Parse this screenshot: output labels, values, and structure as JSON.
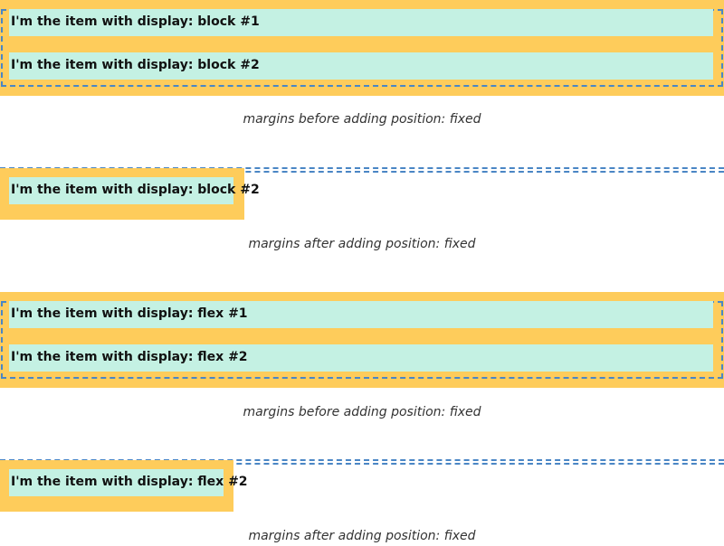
{
  "sections": [
    {
      "items": [
        "I'm the item with display: block #1",
        "I'm the item with display: block #2"
      ],
      "caption": "margins before adding position: fixed"
    },
    {
      "item": "I'm the item with display: block #2",
      "caption": "margins after adding position: fixed"
    },
    {
      "items": [
        "I'm the item with display: flex #1",
        "I'm the item with display: flex #2"
      ],
      "caption": "margins before adding position: fixed"
    },
    {
      "item": "I'm the item with display: flex #2",
      "caption": "margins after adding position: fixed"
    }
  ],
  "colors": {
    "wrapper": "#fecc5b",
    "item": "#c4f1e3",
    "dashed_border": "#4a86c5"
  }
}
